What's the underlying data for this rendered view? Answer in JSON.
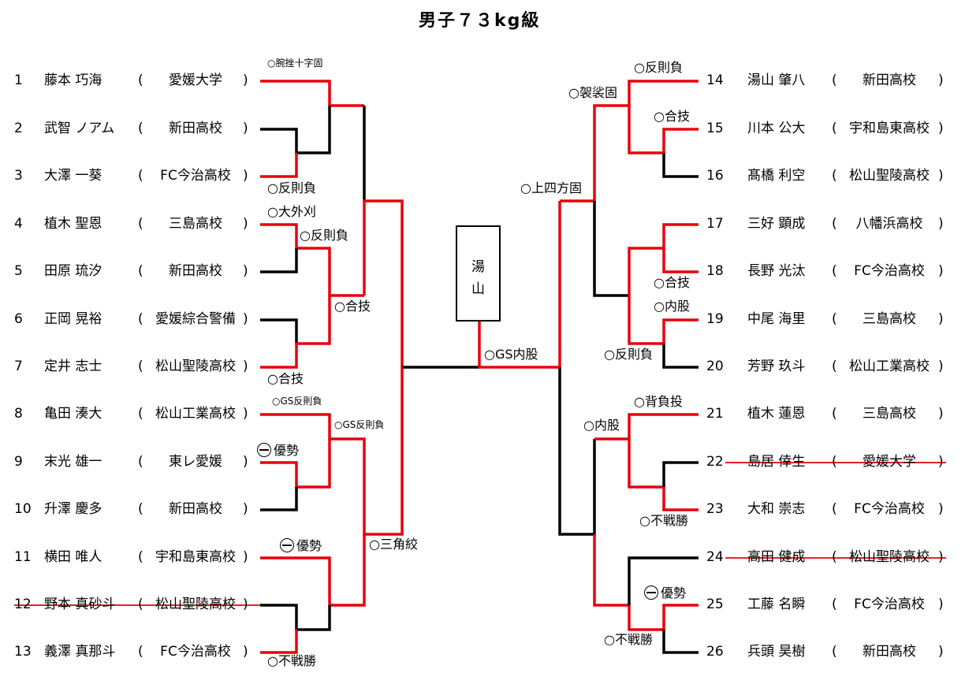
{
  "title": "男子７３kg級",
  "winner": [
    "湯",
    "山"
  ],
  "colors": {
    "win": "#e8000b",
    "lose": "#000000",
    "strike": "#e8000b"
  },
  "left_players": [
    {
      "num": "1",
      "name": "藤本 巧海",
      "team": "愛媛大学",
      "withdrawn": false
    },
    {
      "num": "2",
      "name": "武智 ノアム",
      "team": "新田高校",
      "withdrawn": false
    },
    {
      "num": "3",
      "name": "大澤 一葵",
      "team": "FC今治高校",
      "withdrawn": false
    },
    {
      "num": "4",
      "name": "植木 聖恩",
      "team": "三島高校",
      "withdrawn": false
    },
    {
      "num": "5",
      "name": "田原 琉汐",
      "team": "新田高校",
      "withdrawn": false
    },
    {
      "num": "6",
      "name": "正岡 晃裕",
      "team": "愛媛綜合警備",
      "withdrawn": false
    },
    {
      "num": "7",
      "name": "定井 志士",
      "team": "松山聖陵高校",
      "withdrawn": false
    },
    {
      "num": "8",
      "name": "亀田 湊大",
      "team": "松山工業高校",
      "withdrawn": false
    },
    {
      "num": "9",
      "name": "末光 雄一",
      "team": "東レ愛媛",
      "withdrawn": false
    },
    {
      "num": "10",
      "name": "升澤 慶多",
      "team": "新田高校",
      "withdrawn": false
    },
    {
      "num": "11",
      "name": "横田 唯人",
      "team": "宇和島東高校",
      "withdrawn": false
    },
    {
      "num": "12",
      "name": "野本 真砂斗",
      "team": "松山聖陵高校",
      "withdrawn": true
    },
    {
      "num": "13",
      "name": "義澤 真那斗",
      "team": "FC今治高校",
      "withdrawn": false
    }
  ],
  "right_players": [
    {
      "num": "14",
      "name": "湯山 肇八",
      "team": "新田高校",
      "withdrawn": false
    },
    {
      "num": "15",
      "name": "川本 公大",
      "team": "宇和島東高校",
      "withdrawn": false
    },
    {
      "num": "16",
      "name": "髙橋 利空",
      "team": "松山聖陵高校",
      "withdrawn": false
    },
    {
      "num": "17",
      "name": "三好 顕成",
      "team": "八幡浜高校",
      "withdrawn": false
    },
    {
      "num": "18",
      "name": "長野 光汰",
      "team": "FC今治高校",
      "withdrawn": false
    },
    {
      "num": "19",
      "name": "中尾 海里",
      "team": "三島高校",
      "withdrawn": false
    },
    {
      "num": "20",
      "name": "芳野 玖斗",
      "team": "松山工業高校",
      "withdrawn": false
    },
    {
      "num": "21",
      "name": "植木 蓮恩",
      "team": "三島高校",
      "withdrawn": false
    },
    {
      "num": "22",
      "name": "島居 倖生",
      "team": "愛媛大学",
      "withdrawn": true
    },
    {
      "num": "23",
      "name": "大和 崇志",
      "team": "FC今治高校",
      "withdrawn": false
    },
    {
      "num": "24",
      "name": "高田 健成",
      "team": "松山聖陵高校",
      "withdrawn": true
    },
    {
      "num": "25",
      "name": "工藤 名瞬",
      "team": "FC今治高校",
      "withdrawn": false
    },
    {
      "num": "26",
      "name": "兵頭 昊樹",
      "team": "新田高校",
      "withdrawn": false
    }
  ],
  "results": [
    {
      "id": "r1",
      "text": "○腕挫十字固",
      "small": true
    },
    {
      "id": "r2",
      "text": "○反則負"
    },
    {
      "id": "r3",
      "text": "○大外刈"
    },
    {
      "id": "r4",
      "text": "○反則負"
    },
    {
      "id": "r5",
      "text": "○合技"
    },
    {
      "id": "r6",
      "text": "○合技"
    },
    {
      "id": "r7",
      "text": "○GS反則負",
      "small": true
    },
    {
      "id": "r8",
      "text": "○GS反則負",
      "small": true
    },
    {
      "id": "r9",
      "text": "優勢",
      "minus": true
    },
    {
      "id": "r10",
      "text": "優勢",
      "minus": true
    },
    {
      "id": "r11",
      "text": "○三角絞"
    },
    {
      "id": "r12",
      "text": "○不戦勝"
    },
    {
      "id": "r13",
      "text": "○GS内股"
    },
    {
      "id": "r14",
      "text": "○反則負"
    },
    {
      "id": "r15",
      "text": "○袈裟固"
    },
    {
      "id": "r16",
      "text": "○合技"
    },
    {
      "id": "r17",
      "text": "○上四方固"
    },
    {
      "id": "r18",
      "text": "○合技"
    },
    {
      "id": "r19",
      "text": "○内股"
    },
    {
      "id": "r20",
      "text": "○反則負"
    },
    {
      "id": "r21",
      "text": "○背負投"
    },
    {
      "id": "r22",
      "text": "○内股"
    },
    {
      "id": "r23",
      "text": "○不戦勝"
    },
    {
      "id": "r24",
      "text": "優勢",
      "minus": true
    },
    {
      "id": "r25",
      "text": "○不戦勝"
    }
  ]
}
